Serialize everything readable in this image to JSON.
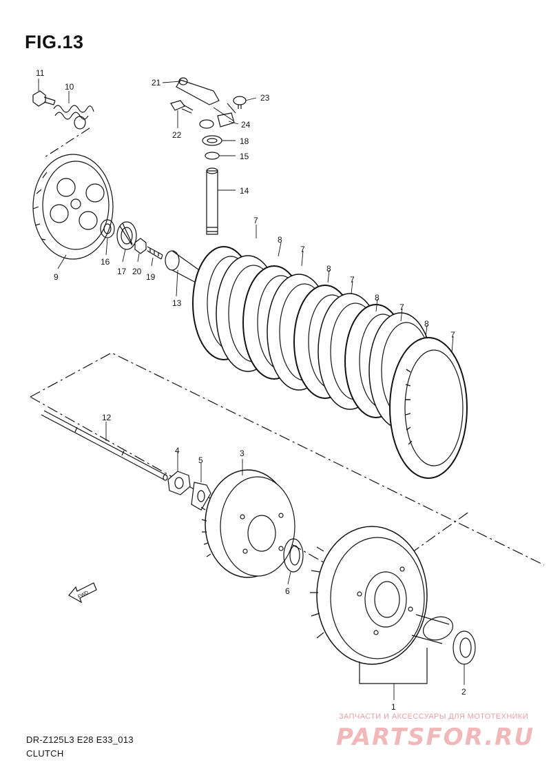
{
  "figure": {
    "title": "FIG.13",
    "model_code": "DR-Z125L3 E28 E33_013",
    "section_name": "CLUTCH",
    "fwd_label": "FWD"
  },
  "callouts": [
    "1",
    "2",
    "3",
    "4",
    "5",
    "6",
    "7",
    "8",
    "9",
    "10",
    "11",
    "12",
    "13",
    "14",
    "15",
    "16",
    "17",
    "18",
    "19",
    "20",
    "21",
    "22",
    "23",
    "24"
  ],
  "watermark": {
    "tagline": "ЗАПЧАСТИ И АКСЕССУАРЫ ДЛЯ МОТОТЕХНИКИ",
    "logo": "PARTSFOR.RU"
  },
  "colors": {
    "ink": "#111111",
    "watermark": "#f0b8b8"
  }
}
